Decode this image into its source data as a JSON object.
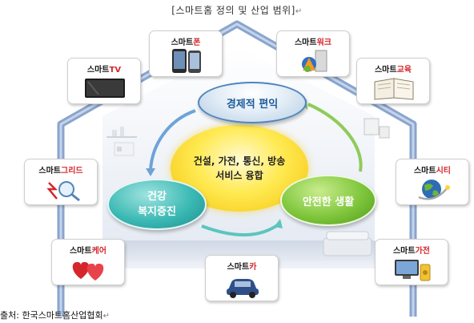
{
  "title": "[스마트홈 정의 및 산업 범위]",
  "return_mark": "↵",
  "center": {
    "core_line1": "건설, 가전, 통신, 방송",
    "core_line2": "서비스 융합",
    "top": "경제적 편익",
    "left_line1": "건강",
    "left_line2": "복지증진",
    "right": "안전한 생활"
  },
  "cards": [
    {
      "prefix": "스마트",
      "suffix": "폰",
      "icon": "smartphone-icon"
    },
    {
      "prefix": "스마트",
      "suffix": "워크",
      "icon": "smartwork-icon"
    },
    {
      "prefix": "스마트",
      "suffix": "TV",
      "icon": "tv-icon"
    },
    {
      "prefix": "스마트",
      "suffix": "교육",
      "icon": "book-icon"
    },
    {
      "prefix": "스마트",
      "suffix": "그리드",
      "icon": "grid-power-icon"
    },
    {
      "prefix": "스마트",
      "suffix": "시티",
      "icon": "globe-icon"
    },
    {
      "prefix": "스마트",
      "suffix": "케어",
      "icon": "hearts-icon"
    },
    {
      "prefix": "스마트",
      "suffix": "카",
      "icon": "car-icon"
    },
    {
      "prefix": "스마트",
      "suffix": "가전",
      "icon": "appliance-icon"
    }
  ],
  "source": "출처: 한국스마트홈산업협회",
  "colors": {
    "accent_red": "#d4262b",
    "house_blue": "#7f9cc7",
    "blue_circle": "#4f86bd",
    "teal_circle": "#3bb9b4",
    "green_circle": "#7fc63c",
    "yellow_core": "#ffea52"
  }
}
